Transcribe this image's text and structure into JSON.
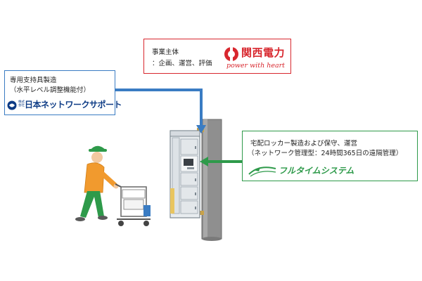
{
  "business_entity": {
    "heading": "事業主体",
    "detail": "：企画、運営、評価",
    "company_name": "関西電力",
    "tagline": "power with heart",
    "brand_color": "#d8272e"
  },
  "support_manufacturer": {
    "heading": "専用支持具製造",
    "detail": "（水平レベル調整機能付）",
    "company_name": "日本ネットワークサポート",
    "company_prefix": "株式会社",
    "brand_color": "#0d3b85"
  },
  "locker_operator": {
    "heading": "宅配ロッカー製造および保守、運営",
    "detail": "（ネットワーク管理型：24時間365日の遠隔管理）",
    "company_name": "フルタイムシステム",
    "brand_color": "#2e9a4a"
  },
  "icons": {
    "kansai": "kansai-electric-logo-icon",
    "nns": "nihon-network-support-logo-icon",
    "fulltime": "fulltime-system-logo-icon",
    "courier": "delivery-person-with-cart-icon",
    "locker": "delivery-locker-icon",
    "pole": "utility-pole-icon"
  },
  "arrow_colors": {
    "blue": "#3a7cc3",
    "green": "#2e9a4a"
  }
}
